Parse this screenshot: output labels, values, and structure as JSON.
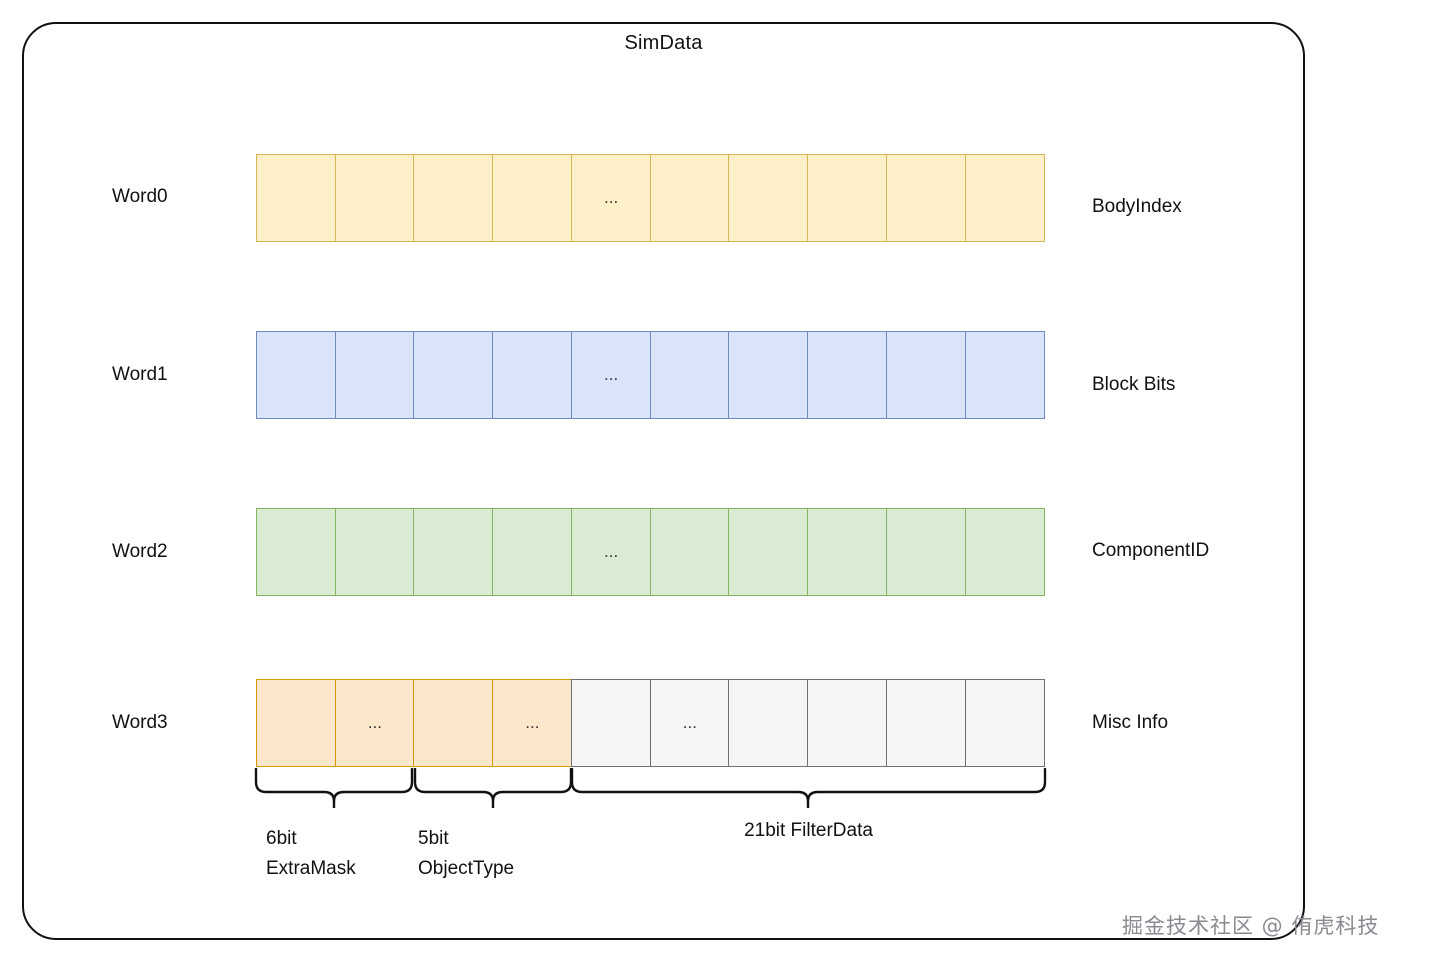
{
  "diagram": {
    "title": "SimData",
    "watermark": "掘金技术社区 @ 侑虎科技",
    "colors": {
      "yellow_fill": "#FDF0C8",
      "yellow_stroke": "#D6B656",
      "blue_fill": "#D9E4FA",
      "blue_stroke": "#6C8EBF",
      "green_fill": "#D9EBD3",
      "green_stroke": "#82B366",
      "orange_fill": "#FDE7CB",
      "orange_stroke": "#D79B00",
      "gray_fill": "#F5F5F5",
      "gray_stroke": "#707070",
      "outline": "#111111"
    },
    "rows": [
      {
        "word_label": "Word0",
        "right_label": "BodyIndex",
        "style": "yellow",
        "cells": [
          "",
          "",
          "",
          "",
          "...",
          "",
          "",
          "",
          "",
          ""
        ]
      },
      {
        "word_label": "Word1",
        "right_label": "Block Bits",
        "style": "blue",
        "cells": [
          "",
          "",
          "",
          "",
          "...",
          "",
          "",
          "",
          "",
          ""
        ]
      },
      {
        "word_label": "Word2",
        "right_label": "ComponentID",
        "style": "green",
        "cells": [
          "",
          "",
          "",
          "",
          "...",
          "",
          "",
          "",
          "",
          ""
        ]
      },
      {
        "word_label": "Word3",
        "right_label": "Misc Info",
        "style": "mixed",
        "cells": [
          "",
          "...",
          "",
          "...",
          "",
          "...",
          "",
          "",
          "",
          ""
        ],
        "cell_styles": [
          "orange",
          "orange",
          "orange",
          "orange",
          "gray",
          "gray",
          "gray",
          "gray",
          "gray",
          "gray"
        ]
      }
    ],
    "field_braces": [
      {
        "size": "6bit",
        "name": "ExtraMask",
        "span_cells": 2
      },
      {
        "size": "5bit",
        "name": "ObjectType",
        "span_cells": 2
      },
      {
        "size": "21bit",
        "name": "FilterData",
        "span_cells": 6
      }
    ],
    "filter_caption": "21bit FilterData"
  }
}
